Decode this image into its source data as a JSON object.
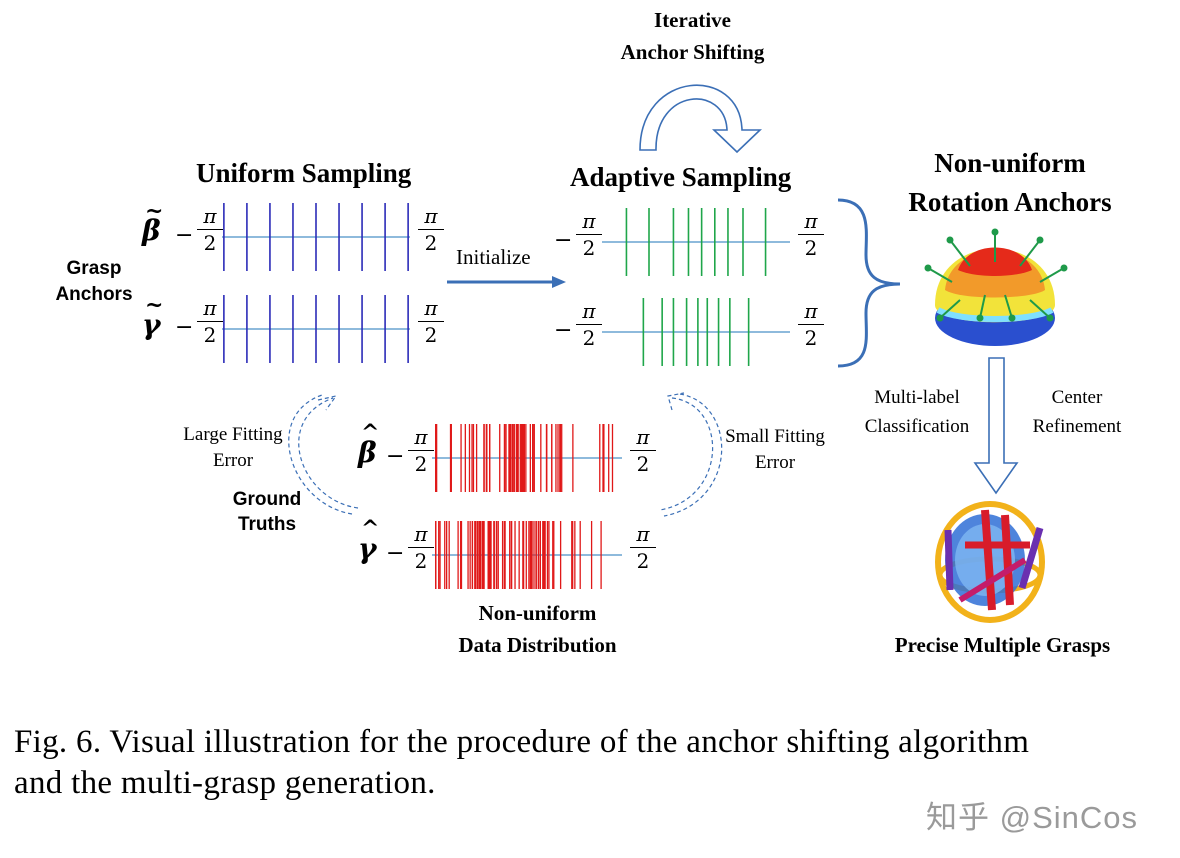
{
  "labels": {
    "iterative_line1": "Iterative",
    "iterative_line2": "Anchor Shifting",
    "uniform_title": "Uniform Sampling",
    "adaptive_title": "Adaptive Sampling",
    "nonuniform_title_line1": "Non-uniform",
    "nonuniform_title_line2": "Rotation Anchors",
    "grasp_anchors_line1": "Grasp",
    "grasp_anchors_line2": "Anchors",
    "initialize": "Initialize",
    "large_fit_line1": "Large Fitting",
    "large_fit_line2": "Error",
    "small_fit_line1": "Small Fitting",
    "small_fit_line2": "Error",
    "ground_truths_line1": "Ground",
    "ground_truths_line2": "Truths",
    "data_dist_line1": "Non-uniform",
    "data_dist_line2": "Data Distribution",
    "multilabel_line1": "Multi-label",
    "multilabel_line2": "Classification",
    "center_line1": "Center",
    "center_line2": "Refinement",
    "precise": "Precise Multiple Grasps"
  },
  "symbols": {
    "beta": "β",
    "gamma": "γ",
    "tilde": "~",
    "hat": "^",
    "minus": "−",
    "pi": "π",
    "two": "2"
  },
  "caption": {
    "line1": "Fig. 6.  Visual illustration for the procedure of the anchor shifting algorithm",
    "line2": "and the multi-grasp generation."
  },
  "watermark": "知乎 @SinCos",
  "colors": {
    "uniform": "#2b2bb8",
    "adaptive": "#1fa64a",
    "data": "#e01818",
    "axis": "#4a90c8",
    "arrow": "#3b6fb6"
  },
  "icons": {
    "loop_arrow": "iterative-loop-arrow-icon",
    "down_arrow": "hollow-down-arrow-icon",
    "brace": "right-curly-brace-icon",
    "dome": "rotation-anchor-dome-icon",
    "grasp": "multi-grasp-pointcloud-icon"
  }
}
